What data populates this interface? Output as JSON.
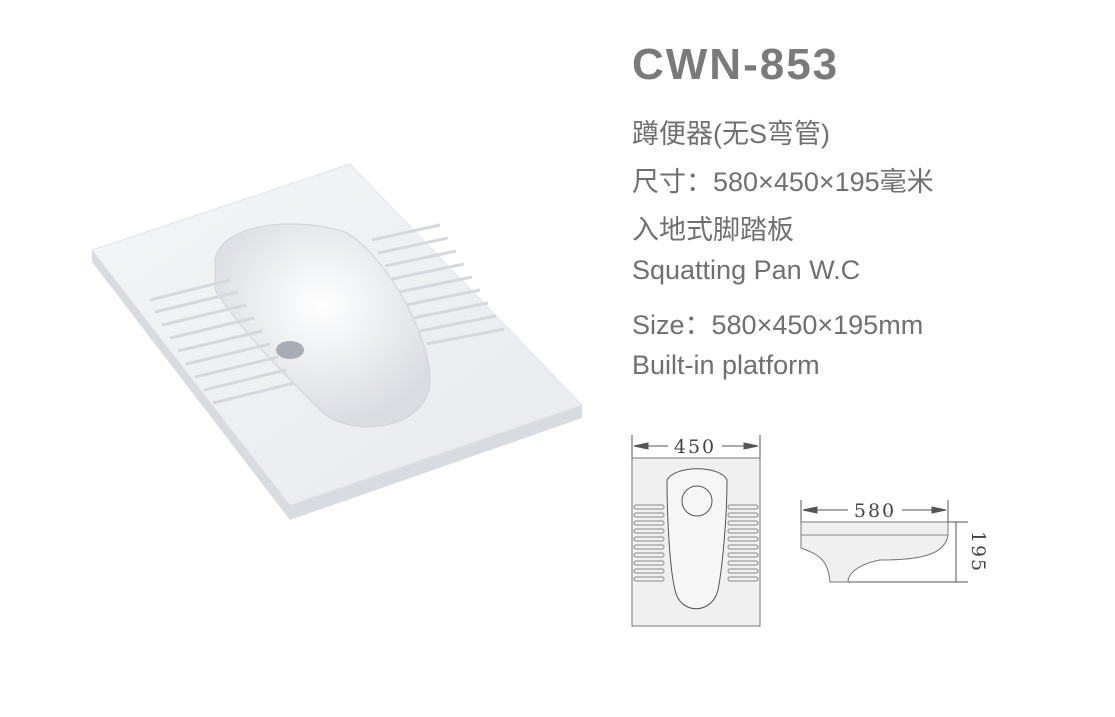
{
  "product": {
    "model": "CWN-853",
    "lines": [
      "蹲便器(无S弯管)",
      "尺寸：580×450×195毫米",
      "入地式脚踏板",
      "Squatting Pan W.C",
      "Size：580×450×195mm",
      "Built-in platform"
    ]
  },
  "drawing": {
    "width_label": "450",
    "length_label": "580",
    "height_label": "195"
  }
}
